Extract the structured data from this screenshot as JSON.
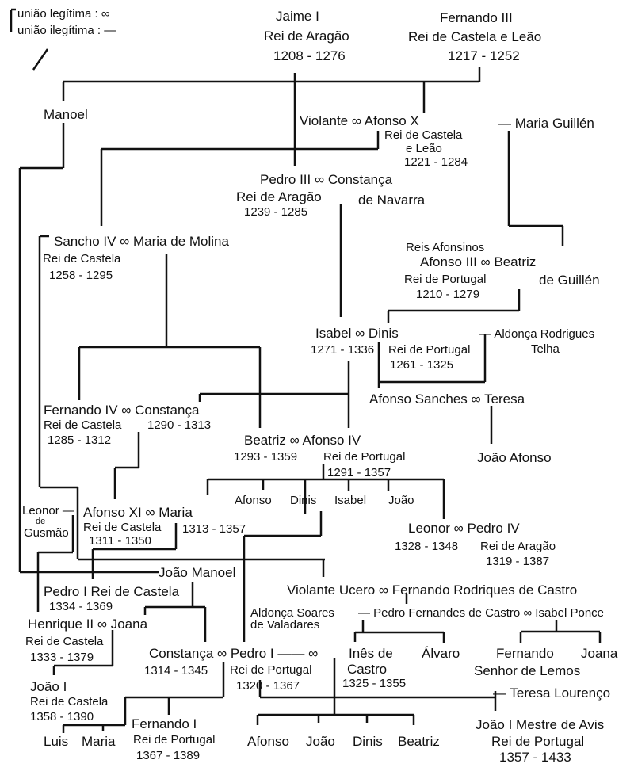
{
  "legend": {
    "legitimate": "união legítima : ∞",
    "illegitimate": "união ilegítima : —"
  },
  "jaime1": {
    "name": "Jaime I",
    "title": "Rei de Aragão",
    "dates": "1208 - 1276"
  },
  "fernando3": {
    "name": "Fernando III",
    "title": "Rei de Castela e Leão",
    "dates": "1217 - 1252"
  },
  "manoel": "Manoel",
  "afonso10": {
    "couple": "Violante ∞ Afonso X",
    "title1": "Rei de Castela",
    "title2": "e Leão",
    "dates": "1221 - 1284",
    "mistress": "— Maria Guillén"
  },
  "pedro3": {
    "couple": "Pedro III ∞ Constança",
    "title": "Rei de Aragão",
    "spouse_title": "de Navarra",
    "dates": "1239 - 1285"
  },
  "sancho4": {
    "couple": "Sancho IV ∞ Maria de Molina",
    "title": "Rei de Castela",
    "dates": "1258 - 1295"
  },
  "afonso3": {
    "heading": "Reis Afonsinos",
    "couple": "Afonso III ∞ Beatriz",
    "title": "Rei de Portugal",
    "spouse_title": "de Guillén",
    "dates": "1210 - 1279"
  },
  "dinis": {
    "couple": "Isabel ∞ Dinis",
    "isabel_dates": "1271 - 1336",
    "title": "Rei de Portugal",
    "dates": "1261 - 1325",
    "mistress": "— Aldonça Rodrigues",
    "mistress2": "Telha"
  },
  "afonso_sanches": "Afonso Sanches ∞ Teresa",
  "joao_afonso": "João Afonso",
  "fernando4": {
    "couple": "Fernando IV ∞ Constança",
    "title": "Rei de Castela",
    "spouse_dates": "1290 - 1313",
    "dates": "1285 - 1312"
  },
  "afonso4": {
    "couple": "Beatriz ∞ Afonso IV",
    "beatriz_dates": "1293 - 1359",
    "title": "Rei de Portugal",
    "dates": "1291 - 1357"
  },
  "afonso4_children": [
    "Afonso",
    "Dinis",
    "Isabel",
    "João"
  ],
  "leonor_gusmao": {
    "line1": "Leonor —",
    "line2": "de",
    "line3": "Gusmão"
  },
  "afonso11": {
    "couple": "Afonso XI ∞ Maria",
    "title": "Rei de Castela",
    "spouse_dates": "1313 - 1357",
    "dates": "1311 - 1350"
  },
  "pedro4": {
    "couple": "Leonor ∞ Pedro IV",
    "leonor_dates": "1328 - 1348",
    "title": "Rei de Aragão",
    "dates": "1319 - 1387"
  },
  "joao_manoel": "João Manoel",
  "pedro1_castela": {
    "name": "Pedro I Rei de Castela",
    "dates": "1334 - 1369"
  },
  "violante_ucero": "Violante Ucero ∞ Fernando Rodriques de Castro",
  "aldonca_soares": {
    "line1": "Aldonça Soares",
    "line2": "de Valadares"
  },
  "pedro_fernandes": "— Pedro Fernandes de Castro ∞ Isabel Ponce",
  "henrique2": {
    "couple": "Henrique II ∞ Joana",
    "title": "Rei de Castela",
    "dates": "1333 - 1379"
  },
  "pedro1": {
    "couple": "Constança ∞ Pedro I —— ∞",
    "constanca_dates": "1314 - 1345",
    "title": "Rei de Portugal",
    "dates": "1320 - 1367"
  },
  "ines": {
    "name": "Inês de",
    "name2": "Castro",
    "dates": "1325 - 1355"
  },
  "alvaro": "Álvaro",
  "fernando_lemos": {
    "name": "Fernando",
    "title": "Senhor de Lemos"
  },
  "joana_castro": "Joana",
  "teresa": "— Teresa Lourenço",
  "joao1_castela": {
    "name": "João I",
    "title": "Rei de Castela",
    "dates": "1358 - 1390"
  },
  "fernando1": {
    "name": "Fernando I",
    "title": "Rei de Portugal",
    "dates": "1367 - 1389"
  },
  "castela_children": [
    "Luis",
    "Maria"
  ],
  "ines_children": [
    "Afonso",
    "João",
    "Dinis",
    "Beatriz"
  ],
  "joao1_avis": {
    "name": "João I Mestre de Avis",
    "title": "Rei de Portugal",
    "dates": "1357 - 1433"
  }
}
